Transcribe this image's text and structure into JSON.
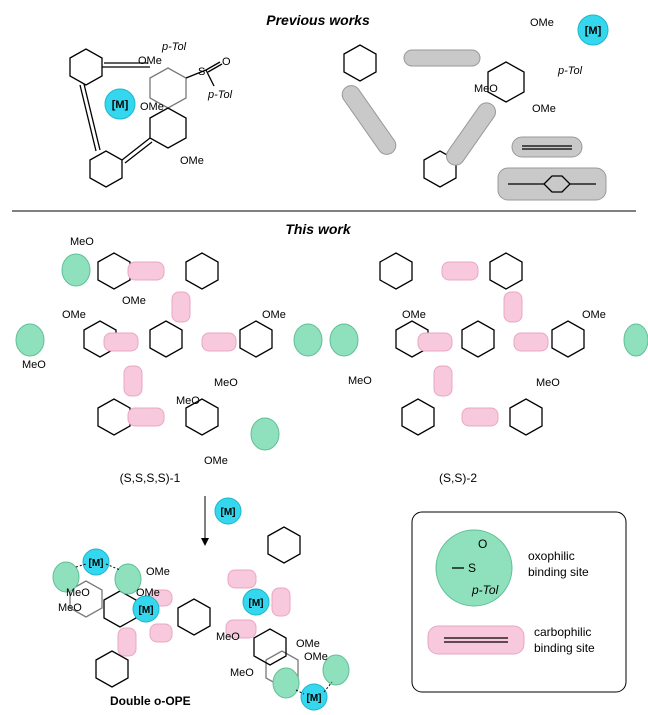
{
  "headings": {
    "previous": "Previous works",
    "current": "This work"
  },
  "labels": {
    "ome": "OMe",
    "meo": "MeO",
    "metal": "[M]",
    "ptol": "p-Tol",
    "s": "S",
    "o": "O"
  },
  "compounds": {
    "c1": "(S,S,S,S)-1",
    "c2": "(S,S)-2",
    "double": "Double o-OPE"
  },
  "legend": {
    "oxophilic": [
      "oxophilic",
      "binding site"
    ],
    "carbophilic": [
      "carbophilic",
      "binding site"
    ]
  },
  "colors": {
    "pink_binding": "#f8c8dc",
    "green_binding": "#8fe0bd",
    "metal": "#35d7ee",
    "tube": "#c9c9c9"
  }
}
